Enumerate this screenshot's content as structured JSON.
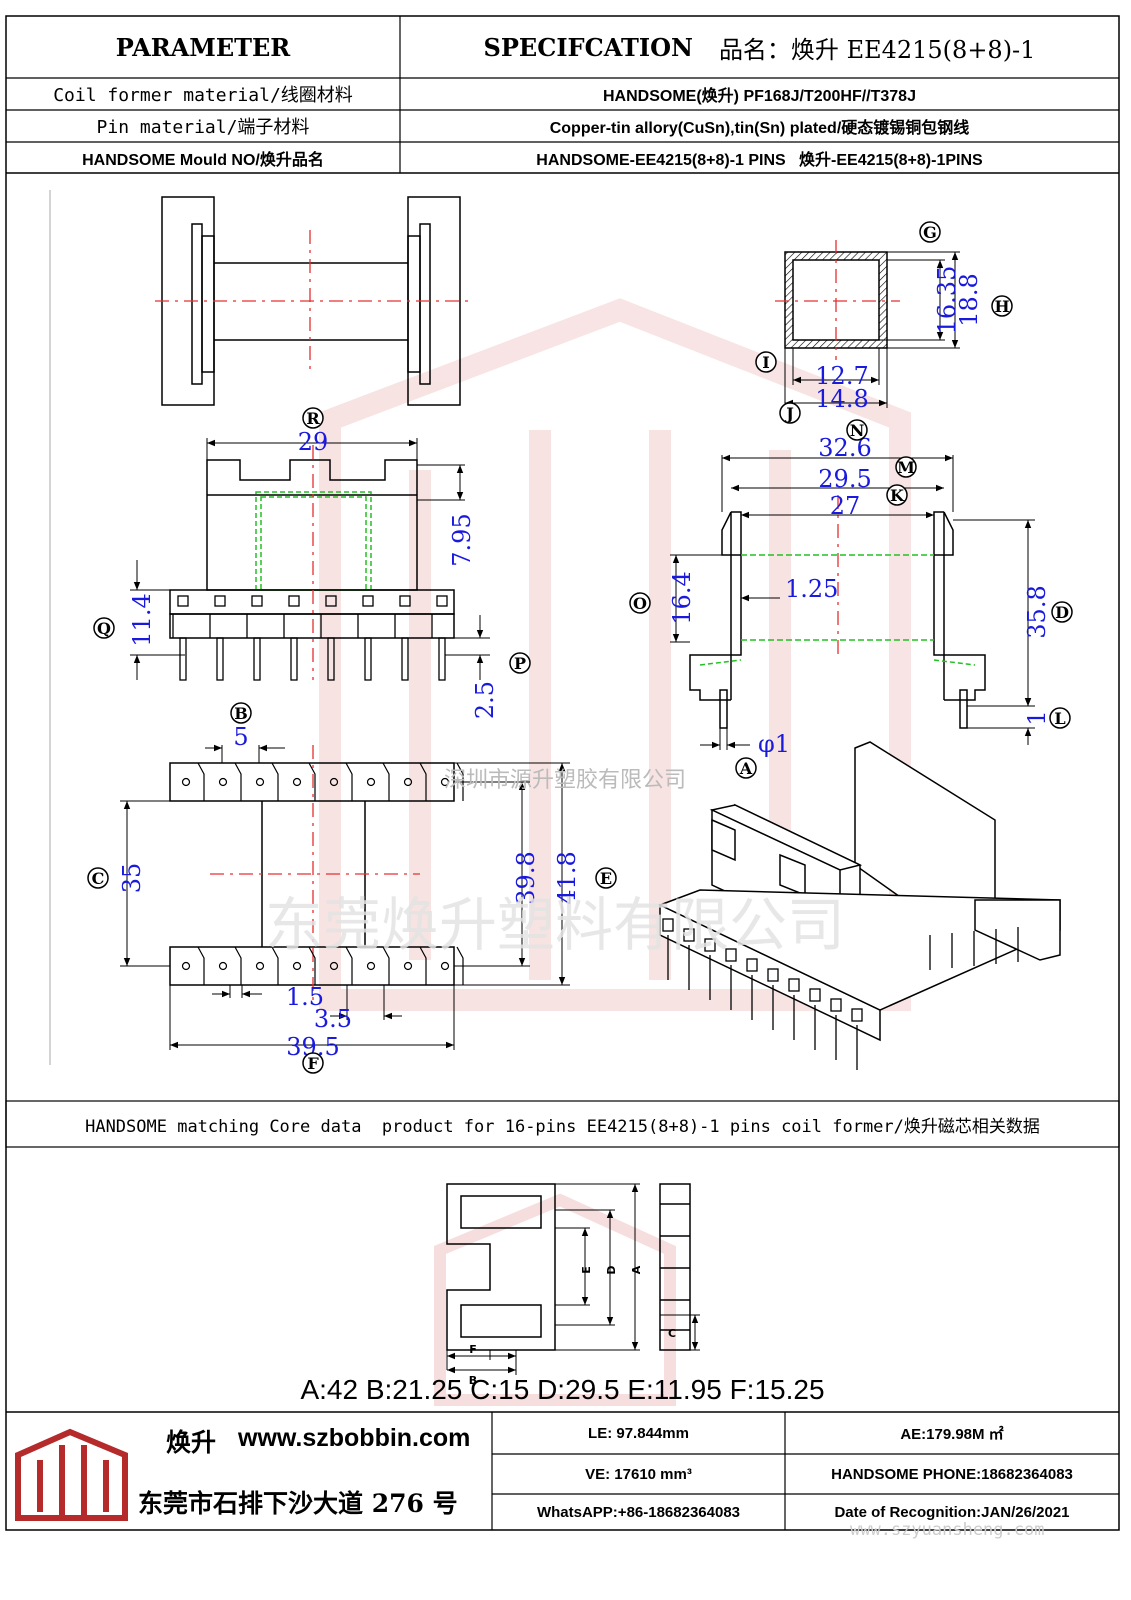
{
  "header": {
    "parameter": "PARAMETER",
    "specification": "SPECIFCATION",
    "product_name_label": "品名：焕升 EE4215(8+8)-1"
  },
  "rows": [
    {
      "param": "Coil former material/线圈材料",
      "spec": "HANDSOME(焕升)  PF168J/T200HF//T378J"
    },
    {
      "param": "Pin material/端子材料",
      "spec": "Copper-tin allory(CuSn),tin(Sn) plated/硬态镀锡铜包钢线"
    },
    {
      "param": "HANDSOME Mould NO/焕升品名",
      "spec": "HANDSOME-EE4215(8+8)-1 PINS   焕升-EE4215(8+8)-1PINS"
    }
  ],
  "drawing": {
    "dims": {
      "d16_35": "16.35",
      "d18_8": "18.8",
      "d12_7": "12.7",
      "d14_8": "14.8",
      "d29": "29",
      "d7_95": "7.95",
      "d11_4": "11.4",
      "d2_5": "2.5",
      "d32_6": "32.6",
      "d29_5": "29.5",
      "d27": "27",
      "d16_4": "16.4",
      "d1_25": "1.25",
      "d35_8": "35.8",
      "d1": "1",
      "phi1": "φ1",
      "d5": "5",
      "d35": "35",
      "d39_8": "39.8",
      "d41_8": "41.8",
      "d1_5": "1.5",
      "d3_5": "3.5",
      "d39_5": "39.5"
    },
    "labels": {
      "G": "G",
      "H": "H",
      "I": "I",
      "J": "J",
      "R": "R",
      "N": "N",
      "M": "M",
      "K": "K",
      "O": "O",
      "D": "D",
      "Q": "Q",
      "P": "P",
      "L": "L",
      "A": "A",
      "B": "B",
      "C": "C",
      "E": "E",
      "F": "F"
    },
    "watermark_small": "深圳市源升塑胶有限公司",
    "watermark_large": "东莞焕升塑料有限公司"
  },
  "core": {
    "title": "HANDSOME matching Core data  product for 16-pins EE4215(8+8)-1 pins coil former/焕升磁芯相关数据",
    "fig_labels": {
      "A": "A",
      "B": "B",
      "C": "C",
      "D": "D",
      "E": "E",
      "F": "F"
    },
    "values": "A:42 B:21.25 C:15 D:29.5 E:11.95 F:15.25"
  },
  "footer": {
    "brand": "焕升",
    "website": "www.szbobbin.com",
    "address": "东莞市石排下沙大道 276 号",
    "le": "LE: 97.844mm",
    "ae": "AE:179.98M ㎡",
    "ve": "VE: 17610 mm³",
    "phone": "HANDSOME PHONE:18682364083",
    "whatsapp": "WhatsAPP:+86-18682364083",
    "date": "Date of Recognition:JAN/26/2021",
    "watermark_url": "www.szyuansheng.com"
  },
  "colors": {
    "dimension": "#1a1adf",
    "centerline": "#e53030",
    "hidden": "#22c022",
    "logo": "#b52a2a"
  }
}
